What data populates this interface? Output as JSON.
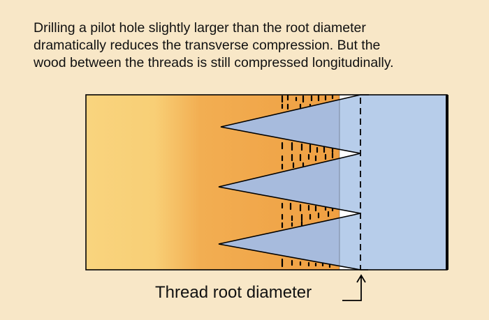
{
  "caption": {
    "lines": [
      "Drilling a pilot hole slightly larger than the root diameter",
      "dramatically reduces the transverse compression.  But the",
      "wood between the threads is still compressed longitudinally."
    ]
  },
  "diagram": {
    "root_label": "Thread root diameter",
    "colors": {
      "background": "#f8e7c7",
      "wood_light": "#f8d27c",
      "wood_dark": "#f0a448",
      "thread_over_wood": "#a7bbdd",
      "screw_body": "#b7cdea",
      "outline": "#000000"
    }
  }
}
